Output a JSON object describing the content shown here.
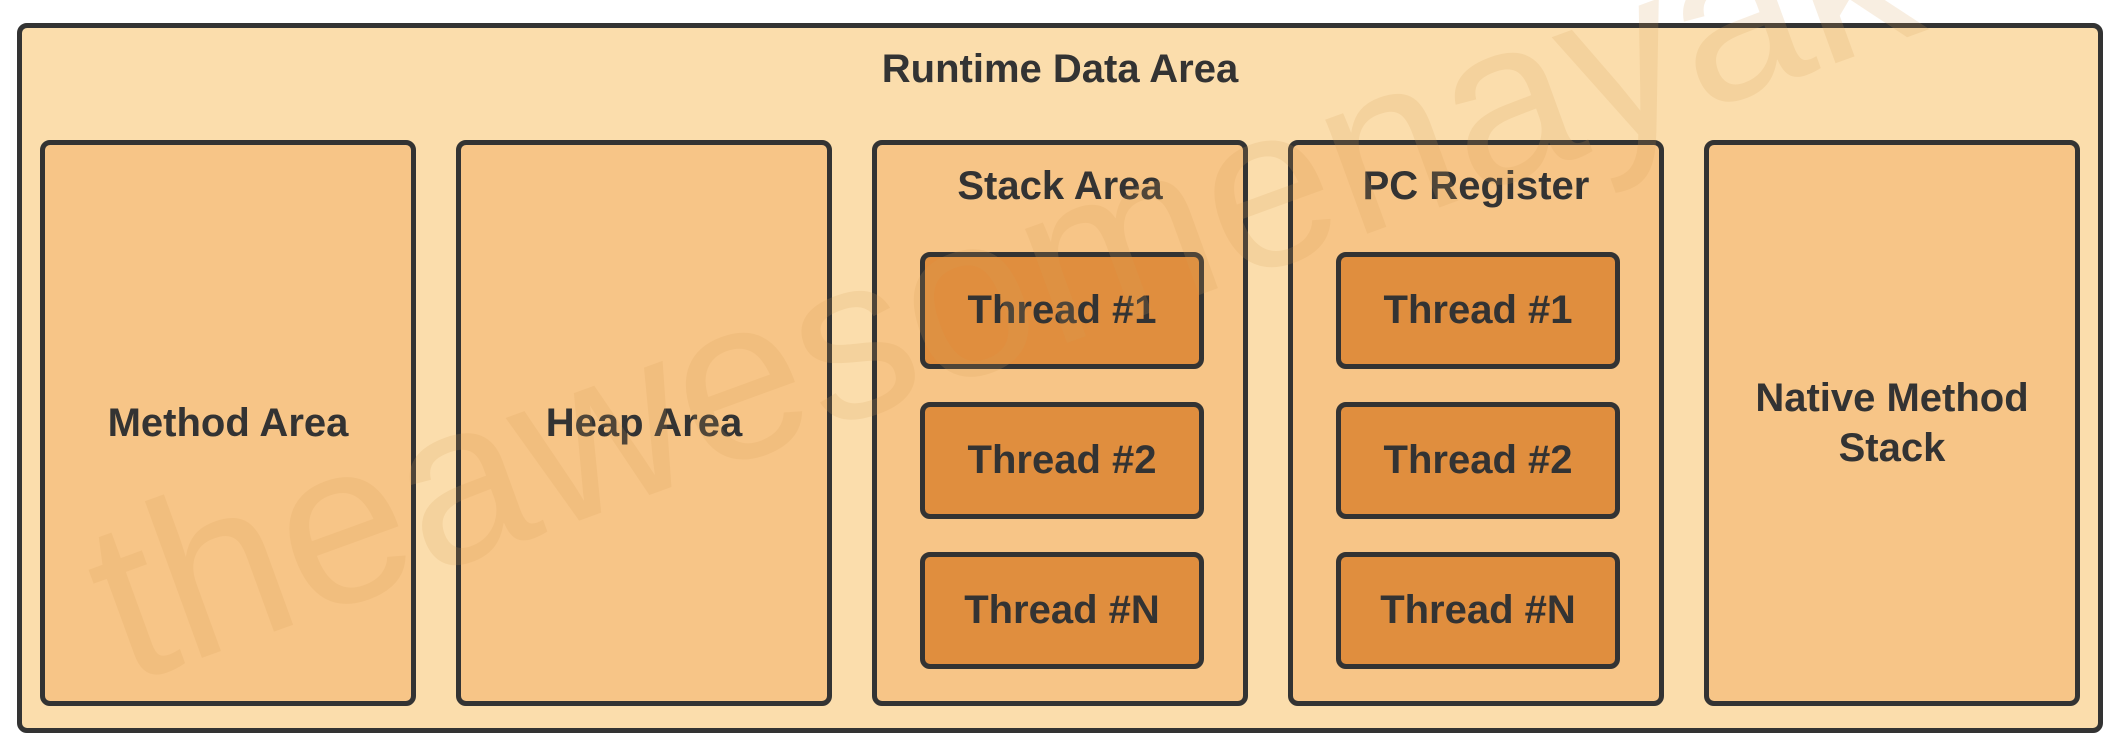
{
  "diagram": {
    "title": "Runtime Data Area",
    "panels": [
      {
        "label": "Method Area"
      },
      {
        "label": "Heap Area"
      },
      {
        "label": "Stack Area",
        "threads": [
          "Thread #1",
          "Thread #2",
          "Thread #N"
        ]
      },
      {
        "label": "PC Register",
        "threads": [
          "Thread #1",
          "Thread #2",
          "Thread #N"
        ]
      },
      {
        "label_line1": "Native Method",
        "label_line2": "Stack"
      }
    ],
    "watermark": "theawesomenayak"
  },
  "colors": {
    "outer_fill": "#fbddac",
    "panel_fill": "#f7c587",
    "thread_fill": "#e08e3e",
    "border": "#333333",
    "text": "#333333"
  }
}
